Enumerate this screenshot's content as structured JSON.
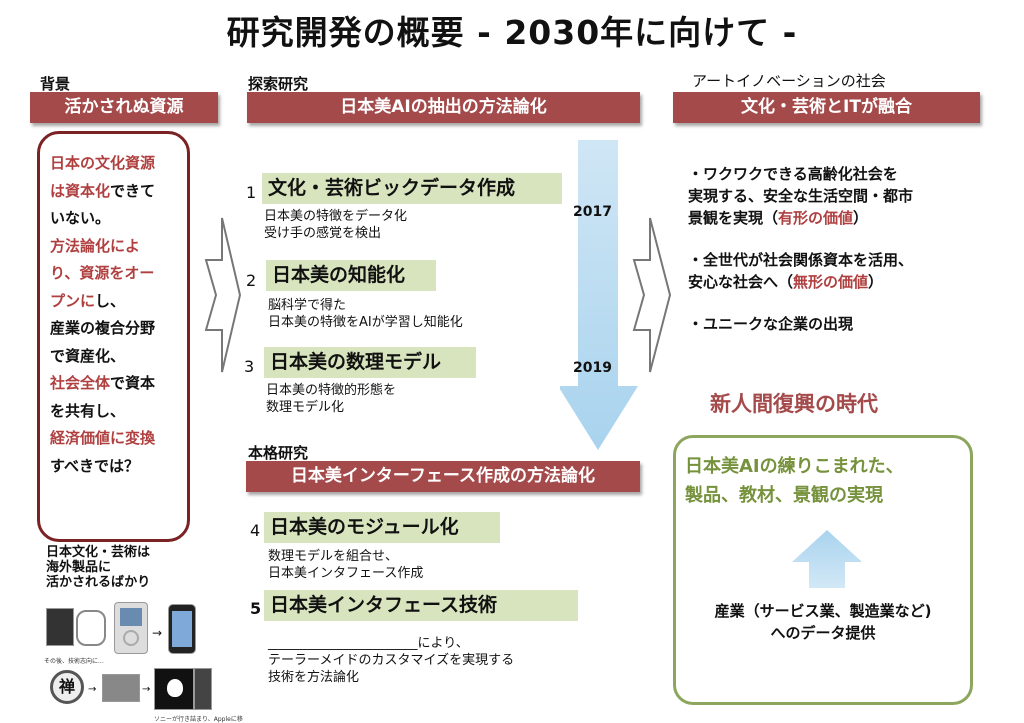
{
  "title": "研究開発の概要 - 2030年に向けて -",
  "left": {
    "heading": "背景",
    "banner": "活かされぬ資源",
    "box_lines": [
      {
        "parts": [
          {
            "t": "日本の文化資源",
            "red": true
          }
        ]
      },
      {
        "parts": [
          {
            "t": "は資本化",
            "red": true
          },
          {
            "t": "できて",
            "red": false
          }
        ]
      },
      {
        "parts": [
          {
            "t": "いない。",
            "red": false
          }
        ]
      },
      {
        "parts": [
          {
            "t": "方法論化によ",
            "red": true
          }
        ]
      },
      {
        "parts": [
          {
            "t": "り、資源をオー",
            "red": true
          }
        ]
      },
      {
        "parts": [
          {
            "t": "プンに",
            "red": true
          },
          {
            "t": "し、",
            "red": false
          }
        ]
      },
      {
        "parts": [
          {
            "t": "産業の複合分野",
            "red": false
          }
        ]
      },
      {
        "parts": [
          {
            "t": "で資産化、",
            "red": false
          }
        ]
      },
      {
        "parts": [
          {
            "t": "社会全体",
            "red": true
          },
          {
            "t": "で資本",
            "red": false
          }
        ]
      },
      {
        "parts": [
          {
            "t": "を共有し、",
            "red": false
          }
        ]
      },
      {
        "parts": [
          {
            "t": "経済価値に変換",
            "red": true
          }
        ]
      },
      {
        "parts": [
          {
            "t": "すべきでは？",
            "red": false
          }
        ]
      }
    ],
    "bottom_note": [
      "日本文化・芸術は",
      "海外製品に",
      "活かされるばかり"
    ],
    "photo_caption_1": "その後、技術志向に...",
    "photo_caption_2": "ソニーが行き詰まり、Appleに移",
    "stamp_char": "禅"
  },
  "middle": {
    "heading1": "探索研究",
    "banner1": "日本美AIの抽出の方法論化",
    "items1": [
      {
        "num": "1",
        "label": "文化・芸術ビックデータ作成",
        "desc": [
          "日本美の特徴をデータ化",
          "受け手の感覚を検出"
        ]
      },
      {
        "num": "2",
        "label": "日本美の知能化",
        "desc": [
          "脳科学で得た",
          "日本美の特徴をAIが学習し知能化"
        ]
      },
      {
        "num": "3",
        "label": "日本美の数理モデル",
        "desc": [
          "日本美の特徴的形態を",
          "数理モデル化"
        ]
      }
    ],
    "year_start": "2017",
    "year_end": "2019",
    "heading2": "本格研究",
    "banner2": "日本美インターフェース作成の方法論化",
    "items2": [
      {
        "num": "4",
        "label": "日本美のモジュール化",
        "desc": [
          "数理モデルを組合せ、",
          "日本美インタフェース作成"
        ]
      },
      {
        "num": "5",
        "label": "日本美インタフェース技術",
        "desc": [
          "_______________________により、",
          "テーラーメイドのカスタマイズを実現する",
          "技術を方法論化"
        ]
      }
    ]
  },
  "right": {
    "heading": "アートイノベーションの社会",
    "banner": "文化・芸術とITが融合",
    "bullets": [
      {
        "lines": [
          [
            {
              "t": "・ワクワクできる高齢化社会を",
              "red": false
            }
          ],
          [
            {
              "t": "実現する、安全な生活空間・都市",
              "red": false
            }
          ],
          [
            {
              "t": "景観を実現（",
              "red": false
            },
            {
              "t": "有形の価値",
              "red": true
            },
            {
              "t": "）",
              "red": false
            }
          ]
        ]
      },
      {
        "lines": [
          [
            {
              "t": "・全世代が社会関係資本を活用、",
              "red": false
            }
          ],
          [
            {
              "t": "安心な社会へ（",
              "red": false
            },
            {
              "t": "無形の価値",
              "red": true
            },
            {
              "t": "）",
              "red": false
            }
          ]
        ]
      },
      {
        "lines": [
          [
            {
              "t": "・ユニークな企業の出現",
              "red": false
            }
          ]
        ]
      }
    ],
    "era": "新人間復興の時代",
    "green_lines": [
      "日本美AIの練りこまれた、",
      "製品、教材、景観の実現"
    ],
    "industry_lines": [
      "産業（サービス業、製造業など)",
      "へのデータ提供"
    ]
  },
  "colors": {
    "banner": "#a54a4b",
    "green_tag": "#d7e4bd",
    "green_box": "#8ca65e",
    "arrow_blue": "#b9dcf2"
  }
}
